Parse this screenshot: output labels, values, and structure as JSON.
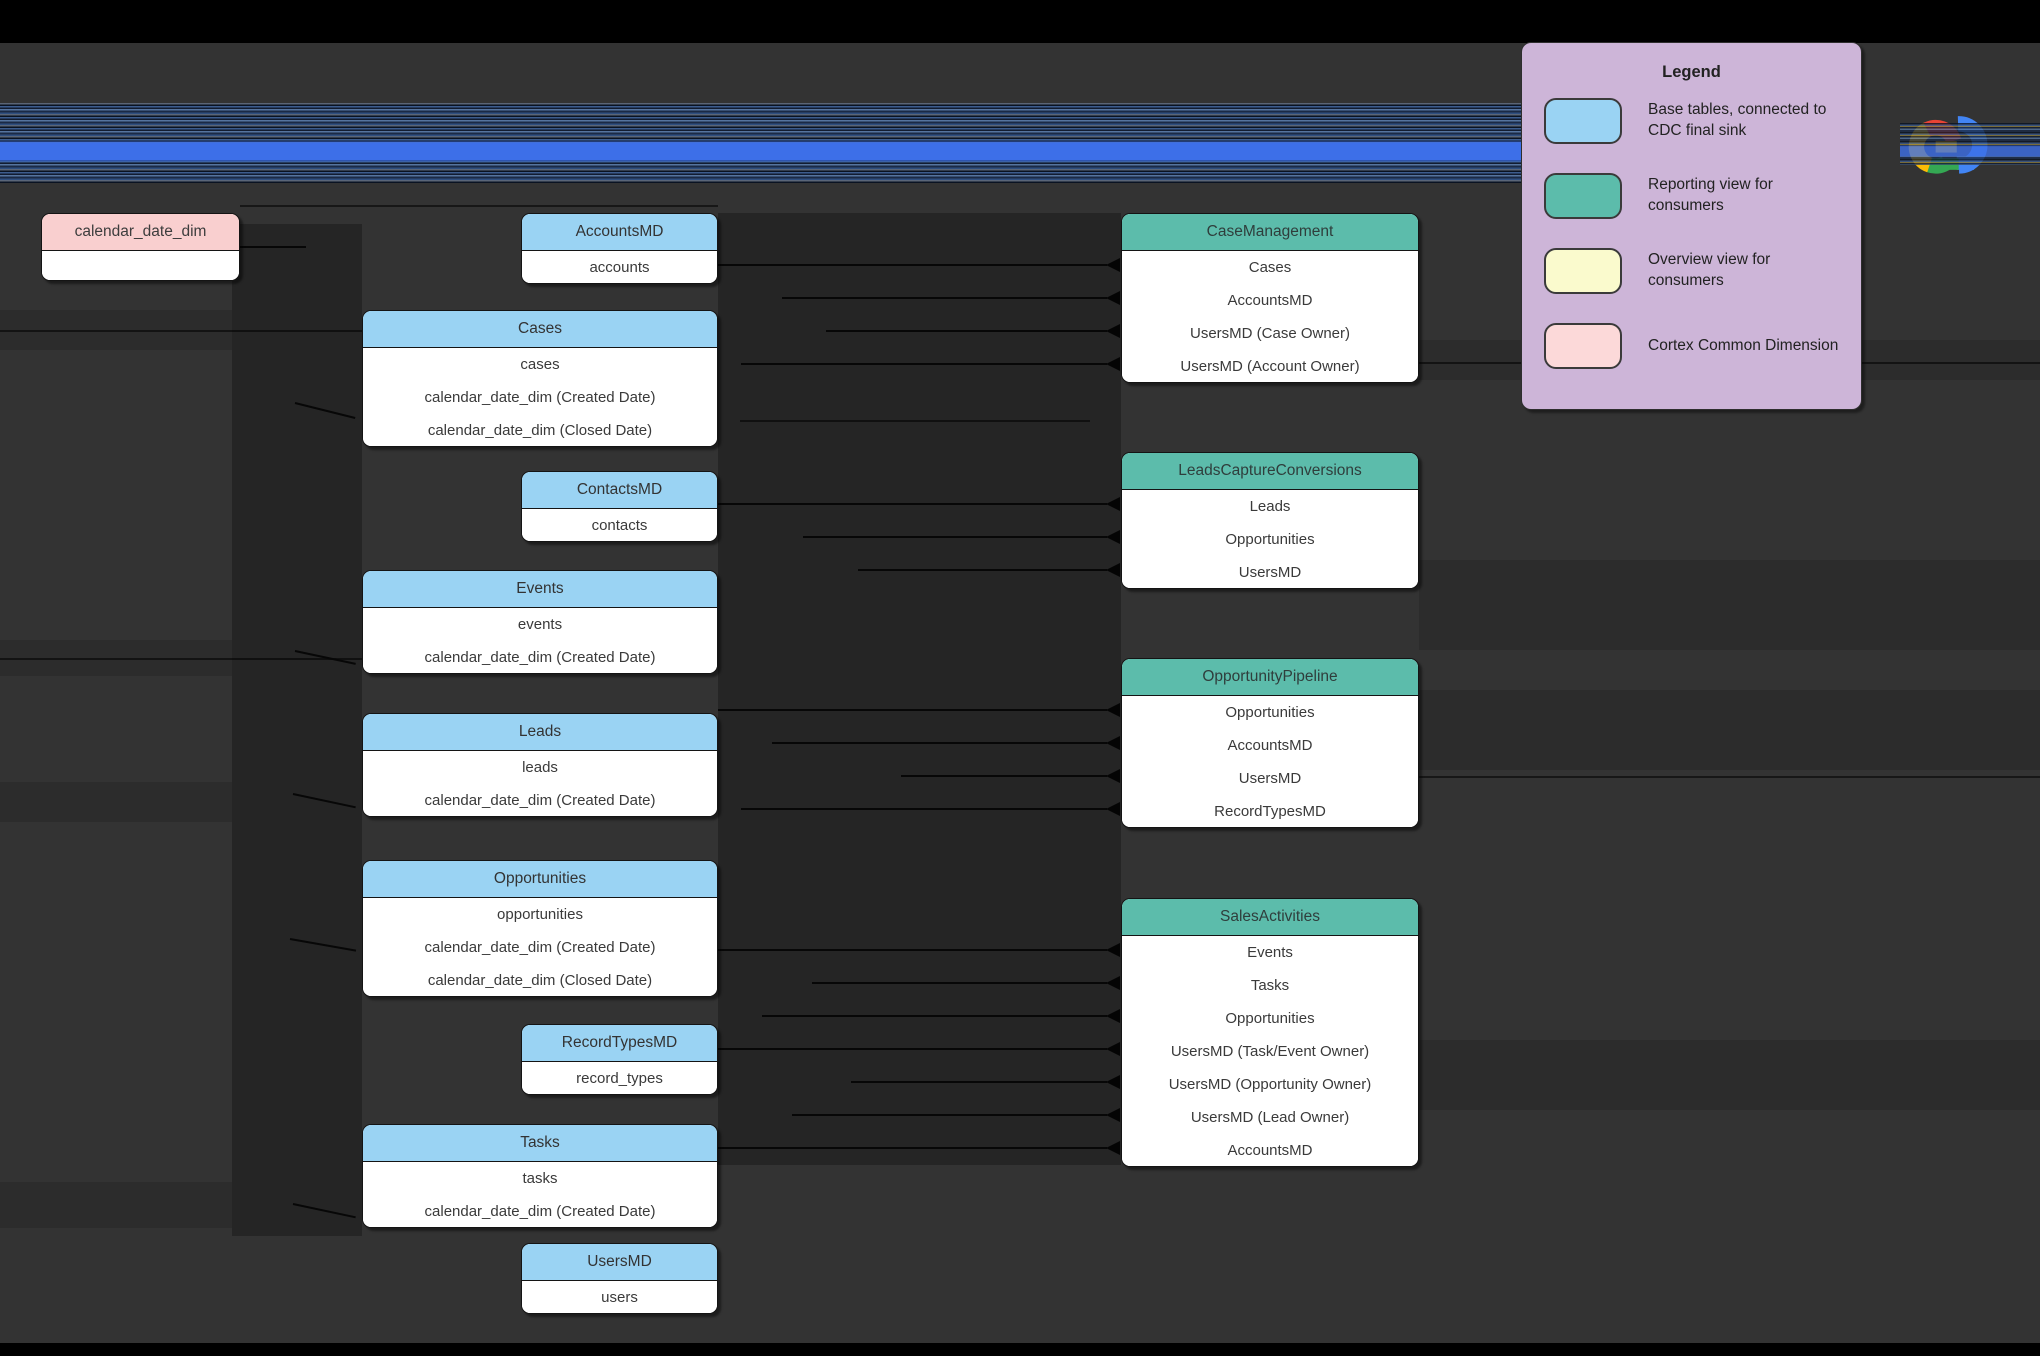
{
  "legend": {
    "title": "Legend",
    "items": [
      {
        "label": "Base tables, connected to CDC final sink",
        "color": "#9AD3F3"
      },
      {
        "label": "Reporting view for consumers",
        "color": "#5CBCAB"
      },
      {
        "label": "Overview view for consumers",
        "color": "#FAFACD"
      },
      {
        "label": "Cortex Common Dimension",
        "color": "#FCD9D9"
      }
    ]
  },
  "dimension_table": {
    "title": "calendar_date_dim"
  },
  "base_tables": [
    {
      "title": "AccountsMD",
      "rows": [
        "accounts"
      ]
    },
    {
      "title": "Cases",
      "rows": [
        "cases",
        "calendar_date_dim (Created Date)",
        "calendar_date_dim (Closed Date)"
      ]
    },
    {
      "title": "ContactsMD",
      "rows": [
        "contacts"
      ]
    },
    {
      "title": "Events",
      "rows": [
        "events",
        "calendar_date_dim (Created Date)"
      ]
    },
    {
      "title": "Leads",
      "rows": [
        "leads",
        "calendar_date_dim (Created Date)"
      ]
    },
    {
      "title": "Opportunities",
      "rows": [
        "opportunities",
        "calendar_date_dim (Created Date)",
        "calendar_date_dim (Closed Date)"
      ]
    },
    {
      "title": "RecordTypesMD",
      "rows": [
        "record_types"
      ]
    },
    {
      "title": "Tasks",
      "rows": [
        "tasks",
        "calendar_date_dim (Created Date)"
      ]
    },
    {
      "title": "UsersMD",
      "rows": [
        "users"
      ]
    }
  ],
  "reporting_views": [
    {
      "title": "CaseManagement",
      "rows": [
        "Cases",
        "AccountsMD",
        "UsersMD (Case Owner)",
        "UsersMD (Account Owner)"
      ]
    },
    {
      "title": "LeadsCaptureConversions",
      "rows": [
        "Leads",
        "Opportunities",
        "UsersMD"
      ]
    },
    {
      "title": "OpportunityPipeline",
      "rows": [
        "Opportunities",
        "AccountsMD",
        "UsersMD",
        "RecordTypesMD"
      ]
    },
    {
      "title": "SalesActivities",
      "rows": [
        "Events",
        "Tasks",
        "Opportunities",
        "UsersMD (Task/Event Owner)",
        "UsersMD (Opportunity Owner)",
        "UsersMD (Lead Owner)",
        "AccountsMD"
      ]
    }
  ],
  "icons": {
    "logo": "google-cloud-logo"
  },
  "colors": {
    "canvas": "#333333",
    "base_table_header": "#9AD3F3",
    "reporting_header": "#5CBCAB",
    "overview_swatch": "#FAFACD",
    "dimension_header": "#F9CFCF",
    "legend_background": "#CDB5D8",
    "bundle_bright_blue": "#3D6FE8",
    "connector": "#070707",
    "logo_red": "#EA4335",
    "logo_yellow": "#FBBC05",
    "logo_green": "#34A853",
    "logo_blue": "#4285F4"
  }
}
